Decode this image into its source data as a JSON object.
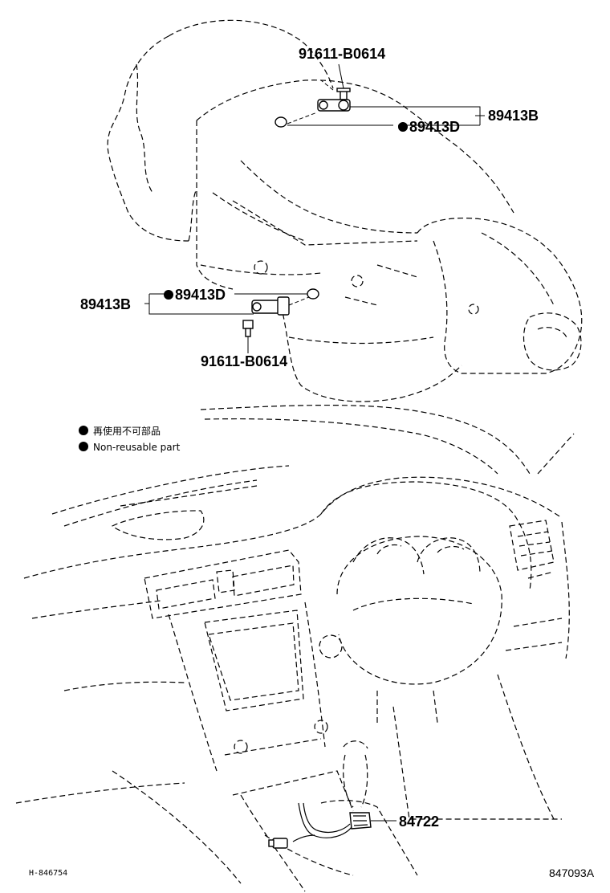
{
  "callouts": {
    "bolt_top": "91611-B0614",
    "sensor_top": "89413B",
    "gasket_top": "89413D",
    "sensor_mid": "89413B",
    "gasket_mid": "89413D",
    "bolt_mid": "91611-B0614",
    "shift_switch": "84722"
  },
  "legend": {
    "japanese": "再使用不可部品",
    "english": "Non-reusable part"
  },
  "footer": {
    "left_code": "H-846754",
    "right_code": "847093A"
  }
}
